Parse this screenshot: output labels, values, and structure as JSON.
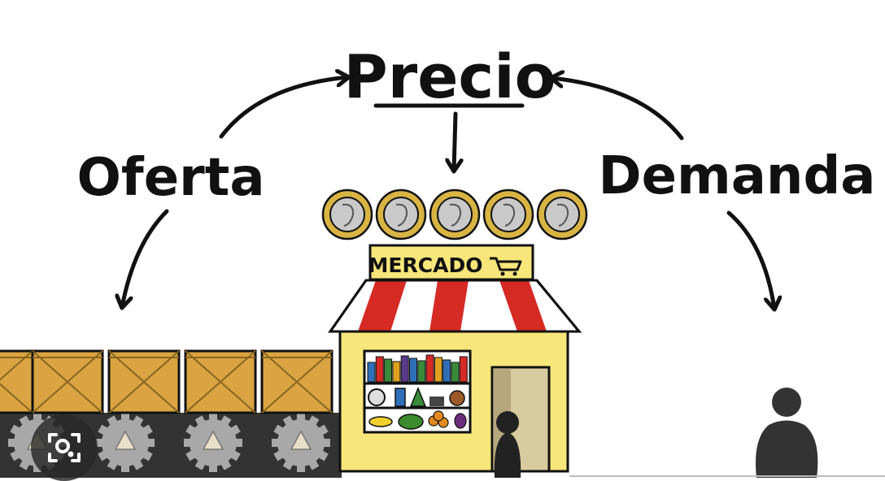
{
  "diagram": {
    "price_label": "Precio",
    "supply_label": "Oferta",
    "demand_label": "Demanda",
    "market_sign": "MERCADO"
  },
  "coins": {
    "count": 5
  },
  "icons": {
    "cart": "shopping-cart-icon",
    "lens": "visual-search-icon",
    "coin": "coin-icon",
    "person": "person-icon"
  },
  "colors": {
    "ink": "#111111",
    "box": "#d9a441",
    "shop_wall": "#f7e67a",
    "awning_red": "#d62a25",
    "coin_gold": "#d7b443",
    "coin_silver": "#c9c9c9",
    "belt": "#333333",
    "gear": "#a8a8a8"
  }
}
